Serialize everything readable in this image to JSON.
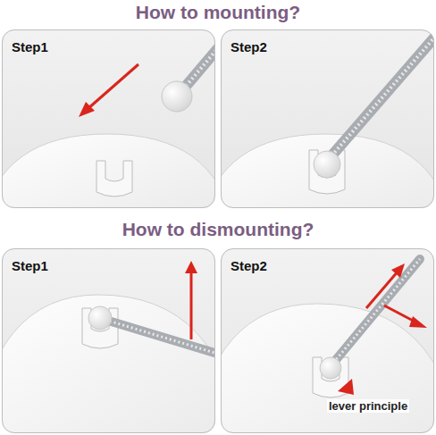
{
  "diagram": {
    "nodes": [
      {
        "text": [
          "Step1"
        ]
      },
      {
        "text": [
          "Step2"
        ]
      },
      {
        "text": [
          "Step1"
        ]
      },
      {
        "text": [
          "Step2",
          "lever principle"
        ]
      }
    ],
    "labels": [
      "How to mounting?",
      "How to dismounting?"
    ]
  }
}
